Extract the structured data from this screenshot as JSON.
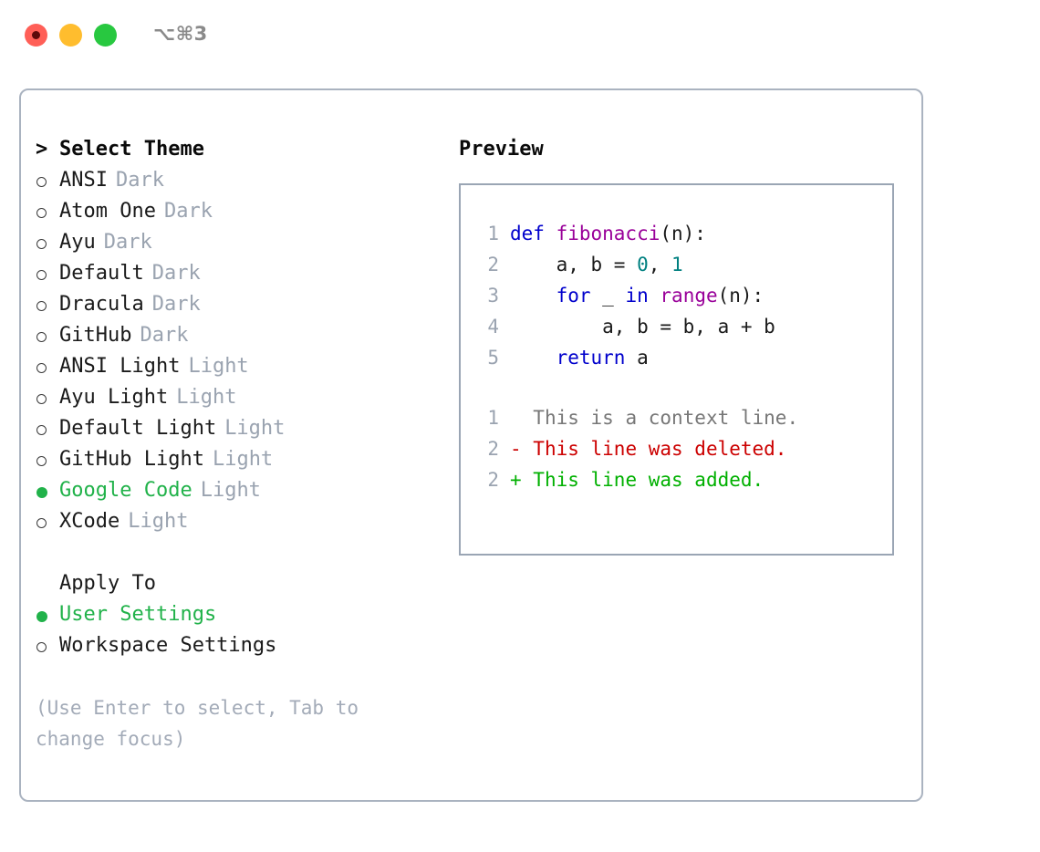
{
  "window": {
    "traffic_lights": [
      "close-red",
      "minimize-yellow",
      "maximize-green"
    ],
    "shortcut": "⌥⌘3",
    "colors": {
      "red": "#ff5f57",
      "yellow": "#ffbd2e",
      "green": "#28c840",
      "accent_green": "#21b24a",
      "panel_border": "#aab3c0",
      "muted": "#9aa3b0"
    }
  },
  "theme_picker": {
    "header": "Select Theme",
    "header_marker": ">",
    "items": [
      {
        "marker": "○",
        "name": "ANSI",
        "kind": "Dark",
        "selected": false
      },
      {
        "marker": "○",
        "name": "Atom One",
        "kind": "Dark",
        "selected": false
      },
      {
        "marker": "○",
        "name": "Ayu",
        "kind": "Dark",
        "selected": false
      },
      {
        "marker": "○",
        "name": "Default",
        "kind": "Dark",
        "selected": false
      },
      {
        "marker": "○",
        "name": "Dracula",
        "kind": "Dark",
        "selected": false
      },
      {
        "marker": "○",
        "name": "GitHub",
        "kind": "Dark",
        "selected": false
      },
      {
        "marker": "○",
        "name": "ANSI Light",
        "kind": "Light",
        "selected": false
      },
      {
        "marker": "○",
        "name": "Ayu Light",
        "kind": "Light",
        "selected": false
      },
      {
        "marker": "○",
        "name": "Default Light",
        "kind": "Light",
        "selected": false
      },
      {
        "marker": "○",
        "name": "GitHub Light",
        "kind": "Light",
        "selected": false
      },
      {
        "marker": "●",
        "name": "Google Code",
        "kind": "Light",
        "selected": true
      },
      {
        "marker": "○",
        "name": "XCode",
        "kind": "Light",
        "selected": false
      }
    ]
  },
  "apply_to": {
    "label": "Apply To",
    "options": [
      {
        "marker": "●",
        "name": "User Settings",
        "selected": true
      },
      {
        "marker": "○",
        "name": "Workspace Settings",
        "selected": false
      }
    ]
  },
  "hint": "(Use Enter to select, Tab to change focus)",
  "preview": {
    "title": "Preview",
    "code_lines": [
      {
        "n": "1",
        "tokens": [
          {
            "t": "def ",
            "c": "kw"
          },
          {
            "t": "fibonacci",
            "c": "fn"
          },
          {
            "t": "(n):",
            "c": "pl"
          }
        ]
      },
      {
        "n": "2",
        "tokens": [
          {
            "t": "    a, b = ",
            "c": "pl"
          },
          {
            "t": "0",
            "c": "num"
          },
          {
            "t": ", ",
            "c": "pl"
          },
          {
            "t": "1",
            "c": "num"
          }
        ]
      },
      {
        "n": "3",
        "tokens": [
          {
            "t": "    ",
            "c": "pl"
          },
          {
            "t": "for",
            "c": "kw"
          },
          {
            "t": " _ ",
            "c": "pl"
          },
          {
            "t": "in",
            "c": "kw"
          },
          {
            "t": " ",
            "c": "pl"
          },
          {
            "t": "range",
            "c": "fn"
          },
          {
            "t": "(n):",
            "c": "pl"
          }
        ]
      },
      {
        "n": "4",
        "tokens": [
          {
            "t": "        a, b = b, a + b",
            "c": "pl"
          }
        ]
      },
      {
        "n": "5",
        "tokens": [
          {
            "t": "    ",
            "c": "pl"
          },
          {
            "t": "return",
            "c": "kw"
          },
          {
            "t": " a",
            "c": "pl"
          }
        ]
      }
    ],
    "diff_lines": [
      {
        "n": "1",
        "sign": " ",
        "text": " This is a context line.",
        "kind": "ctx"
      },
      {
        "n": "2",
        "sign": "-",
        "text": " This line was deleted.",
        "kind": "del"
      },
      {
        "n": "2",
        "sign": "+",
        "text": " This line was added.",
        "kind": "add"
      }
    ]
  }
}
